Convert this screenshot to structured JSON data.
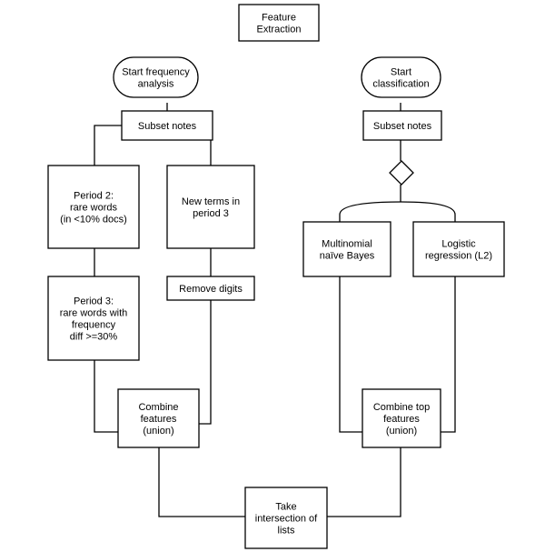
{
  "nodes": [
    {
      "id": "feature_extraction",
      "shape": "rect",
      "lines": [
        "Feature",
        "Extraction"
      ]
    },
    {
      "id": "start_frequency",
      "shape": "terminal",
      "lines": [
        "Start frequency",
        "analysis"
      ]
    },
    {
      "id": "start_classification",
      "shape": "terminal",
      "lines": [
        "Start",
        "classification"
      ]
    },
    {
      "id": "subset_notes_left",
      "shape": "rect",
      "lines": [
        "Subset notes"
      ]
    },
    {
      "id": "subset_notes_right",
      "shape": "rect",
      "lines": [
        "Subset notes"
      ]
    },
    {
      "id": "period2",
      "shape": "rect",
      "lines": [
        "Period 2:",
        "rare words",
        "(in <10% docs)"
      ]
    },
    {
      "id": "new_terms",
      "shape": "rect",
      "lines": [
        "New terms in",
        "period 3"
      ]
    },
    {
      "id": "remove_digits",
      "shape": "rect",
      "lines": [
        "Remove digits"
      ]
    },
    {
      "id": "period3",
      "shape": "rect",
      "lines": [
        "Period 3:",
        "rare words with",
        "frequency",
        "diff >=30%"
      ]
    },
    {
      "id": "combine_union",
      "shape": "rect",
      "lines": [
        "Combine",
        "features",
        "(union)"
      ]
    },
    {
      "id": "decision",
      "shape": "diamond",
      "lines": []
    },
    {
      "id": "multinomial",
      "shape": "rect",
      "lines": [
        "Multinomial",
        "naïve Bayes"
      ]
    },
    {
      "id": "logistic",
      "shape": "rect",
      "lines": [
        "Logistic",
        "regression (L2)"
      ]
    },
    {
      "id": "combine_top",
      "shape": "rect",
      "lines": [
        "Combine top",
        "features",
        "(union)"
      ]
    },
    {
      "id": "intersection",
      "shape": "rect",
      "lines": [
        "Take",
        "intersection of",
        "lists"
      ]
    }
  ]
}
